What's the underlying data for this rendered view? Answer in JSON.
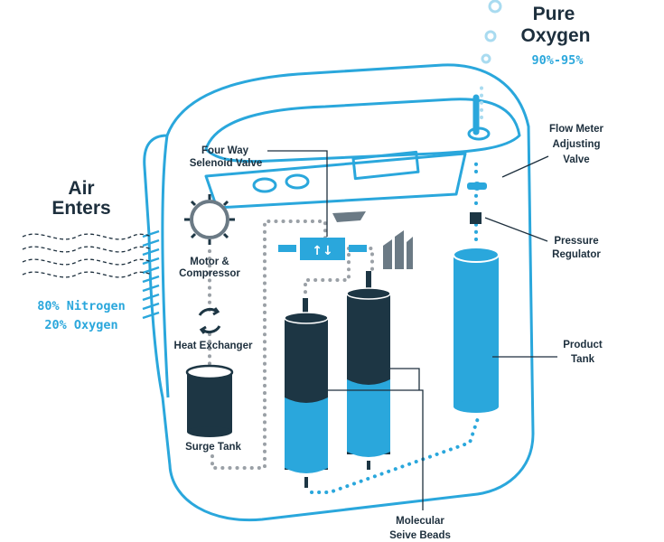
{
  "output": {
    "title_line1": "Pure",
    "title_line2": "Oxygen",
    "percent": "90%-95%"
  },
  "input": {
    "title_line1": "Air",
    "title_line2": "Enters",
    "nitrogen": "80% Nitrogen",
    "oxygen": "20% Oxygen"
  },
  "labels": {
    "valve_line1": "Four Way",
    "valve_line2": "Selenoid Valve",
    "motor_line1": "Motor &",
    "motor_line2": "Compressor",
    "heat_exchanger": "Heat Exchanger",
    "surge_tank": "Surge Tank",
    "flow_line1": "Flow Meter",
    "flow_line2": "Adjusting",
    "flow_line3": "Valve",
    "pressure_line1": "Pressure",
    "pressure_line2": "Regulator",
    "product_line1": "Product",
    "product_line2": "Tank",
    "sieve_line1": "Molecular",
    "sieve_line2": "Seive Beads",
    "arrows_glyph": "↑↓"
  },
  "colors": {
    "outline": "#2aa7dc",
    "dark": "#1d3644",
    "blue": "#2aa7dc",
    "light_blue": "#a9dbf0",
    "gray": "#9aa0a6",
    "label": "#1d2f3d"
  }
}
